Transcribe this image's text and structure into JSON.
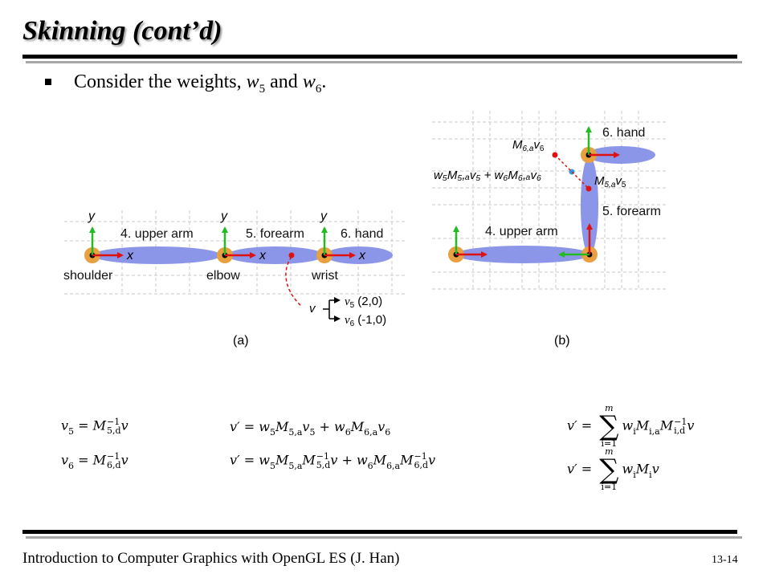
{
  "slide": {
    "title": "Skinning (cont’d)",
    "bullet_prefix": "Consider the weights, ",
    "bullet_w": "w",
    "bullet_sub5": "5",
    "bullet_and": " and ",
    "bullet_sub6": "6",
    "bullet_end": "."
  },
  "figure_a": {
    "caption": "(a)",
    "axis_y": "y",
    "axis_x": "x",
    "segment_labels": [
      "4. upper arm",
      "5. forearm",
      "6. hand"
    ],
    "joint_labels": [
      "shoulder",
      "elbow",
      "wrist"
    ],
    "vertex_label": "v",
    "v5_label": "v",
    "v5_sub": "5",
    "v5_coord": "(2,0)",
    "v6_label": "v",
    "v6_sub": "6",
    "v6_coord": "(-1,0)"
  },
  "figure_b": {
    "caption": "(b)",
    "hand_label": "6. hand",
    "forearm_label": "5. forearm",
    "upper_arm_label": "4. upper arm",
    "m6_label": "M",
    "m6_sub": "6,a",
    "m6_v": "v",
    "m6_vsub": "6",
    "m5_label": "M",
    "m5_sub": "5,a",
    "m5_v": "v",
    "m5_vsub": "5",
    "blend_label": "w₅M₅,ₐv₅ + w₆M₆,ₐv₆"
  },
  "equations": {
    "v": "v",
    "vprime": "v′",
    "equals": " = ",
    "plus": " + ",
    "M": "M",
    "w": "w",
    "inv": "−1",
    "s5": "5",
    "s6": "6",
    "s5d": "5,d",
    "s6d": "6,d",
    "s5a": "5,a",
    "s6a": "6,a",
    "i": "i",
    "ia": "i,a",
    "id": "i,d",
    "m": "m",
    "i1": "i=1",
    "sum": "∑"
  },
  "footer": {
    "text": "Introduction to Computer Graphics with OpenGL ES (J. Han)",
    "page": "13-14"
  },
  "colors": {
    "bone": "#8c96e8",
    "joint": "#e8a040",
    "x_axis": "#dd1111",
    "y_axis": "#22bb22",
    "grid": "#c4c4c4",
    "blend_point": "#3399dd"
  }
}
